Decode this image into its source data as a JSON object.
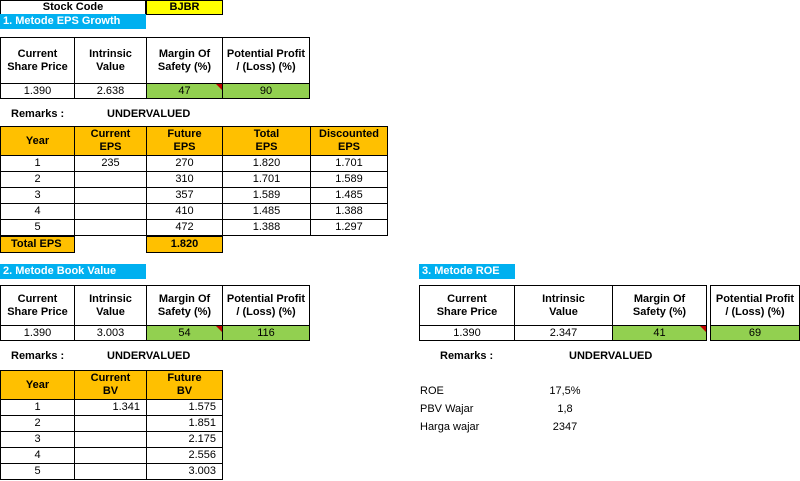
{
  "header": {
    "label": "Stock Code",
    "code": "BJBR"
  },
  "eps": {
    "title": "1. Metode EPS Growth",
    "summary_headers": [
      "Current\nShare Price",
      "Intrinsic\nValue",
      "Margin Of\nSafety (%)",
      "Potential Profit\n/ (Loss) (%)"
    ],
    "summary_values": [
      "1.390",
      "2.638",
      "47",
      "90"
    ],
    "remarks_label": "Remarks :",
    "remarks_value": "UNDERVALUED",
    "table_headers": [
      "Year",
      "Current\nEPS",
      "Future\nEPS",
      "Total\nEPS",
      "Discounted\nEPS"
    ],
    "rows": [
      [
        "1",
        "235",
        "270",
        "1.820",
        "1.701"
      ],
      [
        "2",
        "",
        "310",
        "1.701",
        "1.589"
      ],
      [
        "3",
        "",
        "357",
        "1.589",
        "1.485"
      ],
      [
        "4",
        "",
        "410",
        "1.485",
        "1.388"
      ],
      [
        "5",
        "",
        "472",
        "1.388",
        "1.297"
      ]
    ],
    "total_label": "Total EPS",
    "total_value": "1.820"
  },
  "bv": {
    "title": "2. Metode Book Value",
    "summary_headers": [
      "Current\nShare Price",
      "Intrinsic\nValue",
      "Margin Of\nSafety (%)",
      "Potential Profit\n/ (Loss) (%)"
    ],
    "summary_values": [
      "1.390",
      "3.003",
      "54",
      "116"
    ],
    "remarks_label": "Remarks :",
    "remarks_value": "UNDERVALUED",
    "table_headers": [
      "Year",
      "Current\nBV",
      "Future\nBV"
    ],
    "rows": [
      [
        "1",
        "1.341",
        "1.575"
      ],
      [
        "2",
        "",
        "1.851"
      ],
      [
        "3",
        "",
        "2.175"
      ],
      [
        "4",
        "",
        "2.556"
      ],
      [
        "5",
        "",
        "3.003"
      ]
    ]
  },
  "roe": {
    "title": "3. Metode ROE",
    "summary_headers": [
      "Current\nShare Price",
      "Intrinsic\nValue",
      "Margin Of\nSafety (%)",
      "Potential Profit\n/ (Loss) (%)"
    ],
    "summary_values": [
      "1.390",
      "2.347",
      "41",
      "69"
    ],
    "remarks_label": "Remarks :",
    "remarks_value": "UNDERVALUED",
    "params": [
      {
        "label": "ROE",
        "value": "17,5%"
      },
      {
        "label": "PBV Wajar",
        "value": "1,8"
      },
      {
        "label": "Harga wajar",
        "value": "2347"
      }
    ]
  },
  "colors": {
    "yellow": "#ffff00",
    "orange": "#ffc000",
    "green": "#92d050",
    "blue": "#00b0f0",
    "flag": "#c00000"
  }
}
